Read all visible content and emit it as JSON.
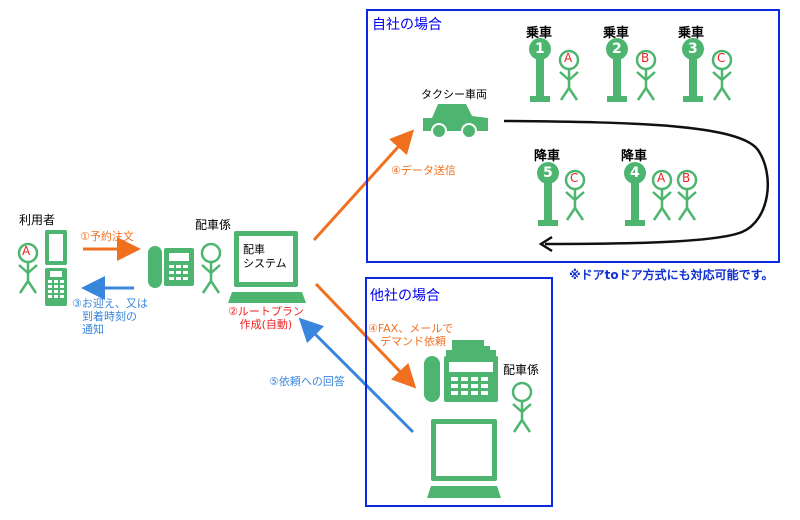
{
  "colors": {
    "icon_green": "#4db56f",
    "panel_blue": "#0a28e6",
    "order_arrow": "#f07020",
    "reply_arrow": "#3a86dc",
    "route_text": "#ee2222",
    "passenger_letter": "#ee0000"
  },
  "left": {
    "user_label": "利用者",
    "user_letter": "A",
    "dispatcher_label": "配車係",
    "system_screen_line1": "配車",
    "system_screen_line2": "システム",
    "step1": "①予約注文",
    "step3_line1": "③お迎え、又は",
    "step3_line2": "到着時刻の",
    "step3_line3": "通知",
    "step2_line1": "②ルートプラン",
    "step2_line2": "作成(自動)"
  },
  "own_company": {
    "title": "自社の場合",
    "taxi_label": "タクシー車両",
    "step4": "④データ送信",
    "pickups": [
      {
        "label": "乗車",
        "stop": "1",
        "passengers": [
          "A"
        ]
      },
      {
        "label": "乗車",
        "stop": "2",
        "passengers": [
          "B"
        ]
      },
      {
        "label": "乗車",
        "stop": "3",
        "passengers": [
          "C"
        ]
      }
    ],
    "dropoffs": [
      {
        "label": "降車",
        "stop": "5",
        "passengers": [
          "C"
        ]
      },
      {
        "label": "降車",
        "stop": "4",
        "passengers": [
          "A",
          "B"
        ]
      }
    ],
    "footnote": "※ドアtoドア方式にも対応可能です。"
  },
  "other_company": {
    "title": "他社の場合",
    "step4_line1": "④FAX、メールで",
    "step4_line2": "デマンド依頼",
    "dispatcher_label": "配車係",
    "step5": "⑤依頼への回答"
  }
}
